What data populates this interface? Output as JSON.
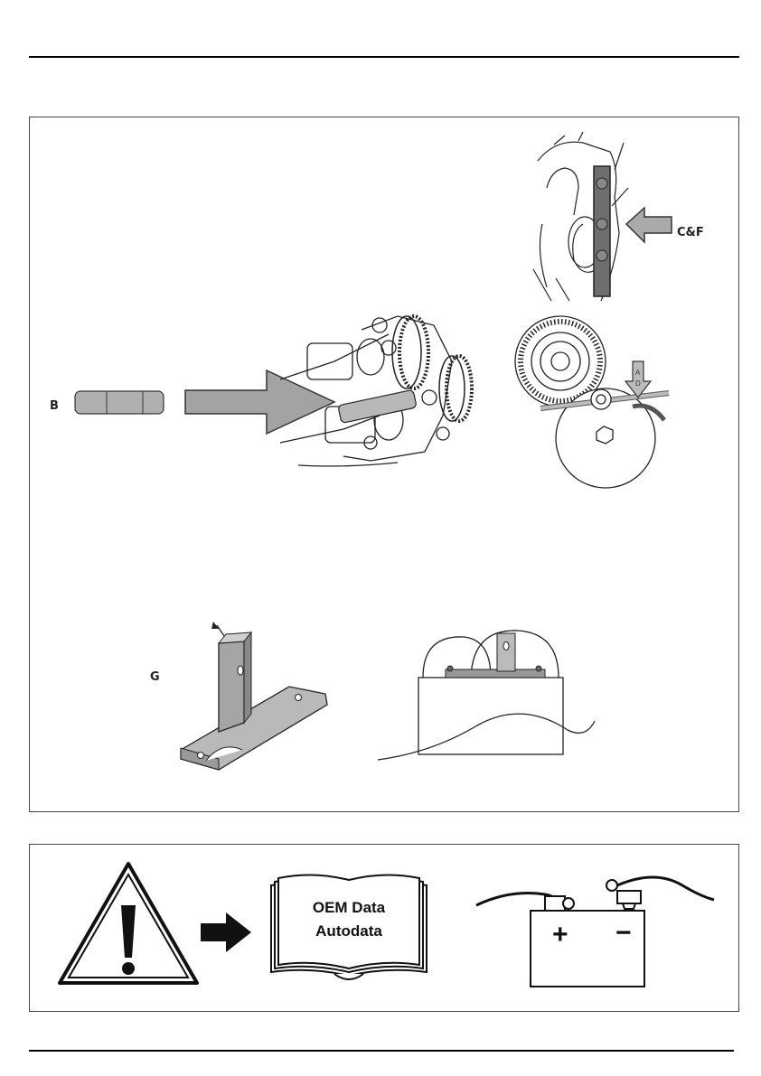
{
  "figures": {
    "label_b": "B",
    "label_cf": "C&F",
    "label_ad_top": "A",
    "label_ad_bottom": "D",
    "label_g": "G"
  },
  "warning_strip": {
    "icons": [
      "warning-triangle-icon",
      "arrow-right-icon",
      "manual-book-icon",
      "battery-icon"
    ],
    "book_line1": "OEM Data",
    "book_line2": "Autodata",
    "battery_plus": "+",
    "battery_minus": "−"
  }
}
